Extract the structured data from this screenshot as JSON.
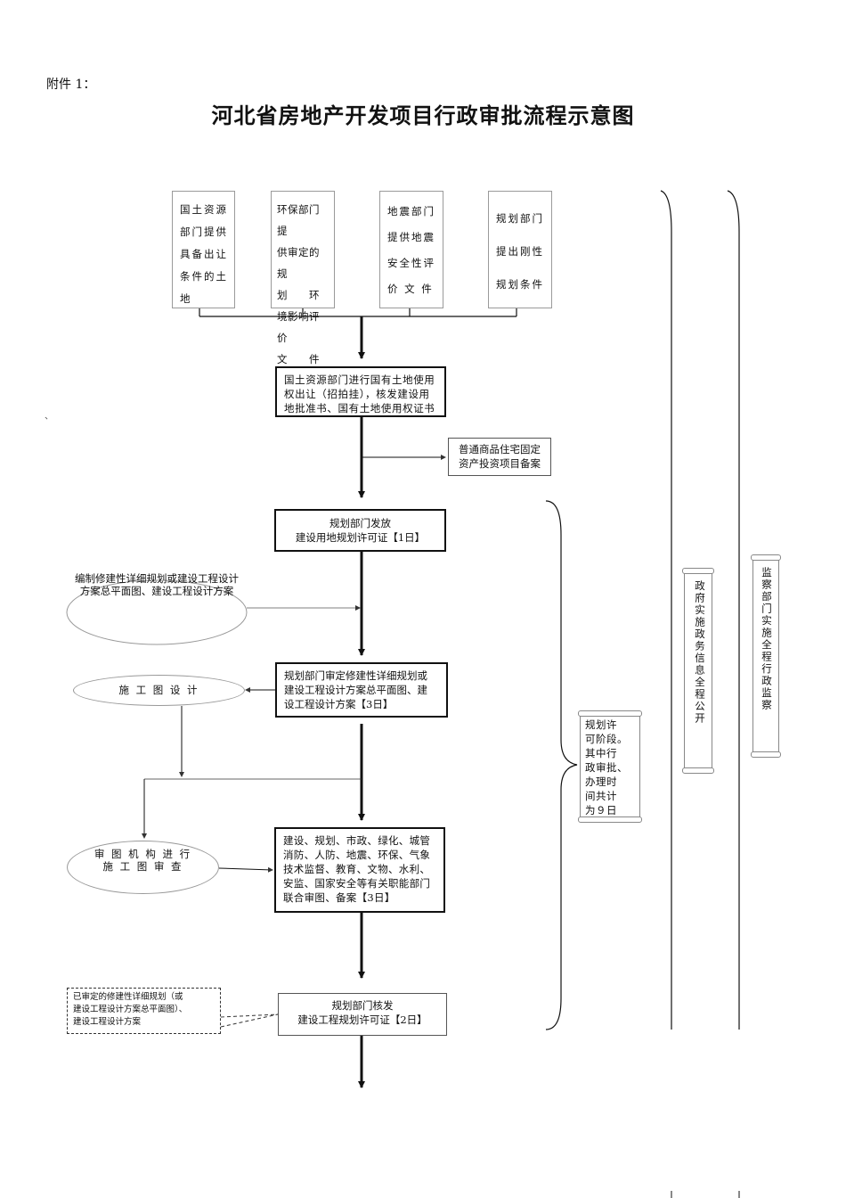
{
  "header": {
    "attachment": "附件 1：",
    "title": "河北省房地产开发项目行政审批流程示意图"
  },
  "top_boxes": [
    "国土资源\n部门提供\n具备出让\n条件的土\n地",
    "环保部门提\n供审定的规\n划　　环\n境影响评价\n文　　件",
    "地震部门\n提供地震\n安全性评\n价 文 件",
    "规划部门\n提出刚性\n规划条件"
  ],
  "steps": {
    "land_transfer": "国土资源部门进行国有土地使用\n权出让（招拍挂），核发建设用\n地批准书、国有土地使用权证书",
    "filing": "普通商品住宅固定\n资产投资项目备案",
    "land_permit": "规划部门发放\n建设用地规划许可证【1日】",
    "plan_review": "规划部门审定修建性详细规划或\n建设工程设计方案总平面图、建\n设工程设计方案【3日】",
    "joint_review": "建设、规划、市政、绿化、城管\n消防、人防、地震、环保、气象\n技术监督、教育、文物、水利、\n安监、国家安全等有关职能部门\n联合审图、备案【3日】",
    "project_permit": "规划部门核发\n建设工程规划许可证【2日】"
  },
  "ovals": {
    "prepare_plan": "编制修建性详细规划或建设工程设计\n方案总平面图、建设工程设计方案",
    "construction_design": "施 工 图 设 计",
    "drawing_review": "审 图 机 构 进 行\n施 工 图 审 查"
  },
  "dashed_note": "已审定的修建性详细规划（或\n建设工程设计方案总平面图）、\n建设工程设计方案",
  "side_notes": {
    "permit_stage": "规划许\n可阶段。\n其中行\n政审批、\n办理时\n间共计\n为９日",
    "gov_info": "政府实施政务信息全程公开",
    "supervision": "监察部门实施全程行政监察"
  },
  "stray_marks": {
    "left": "、"
  }
}
